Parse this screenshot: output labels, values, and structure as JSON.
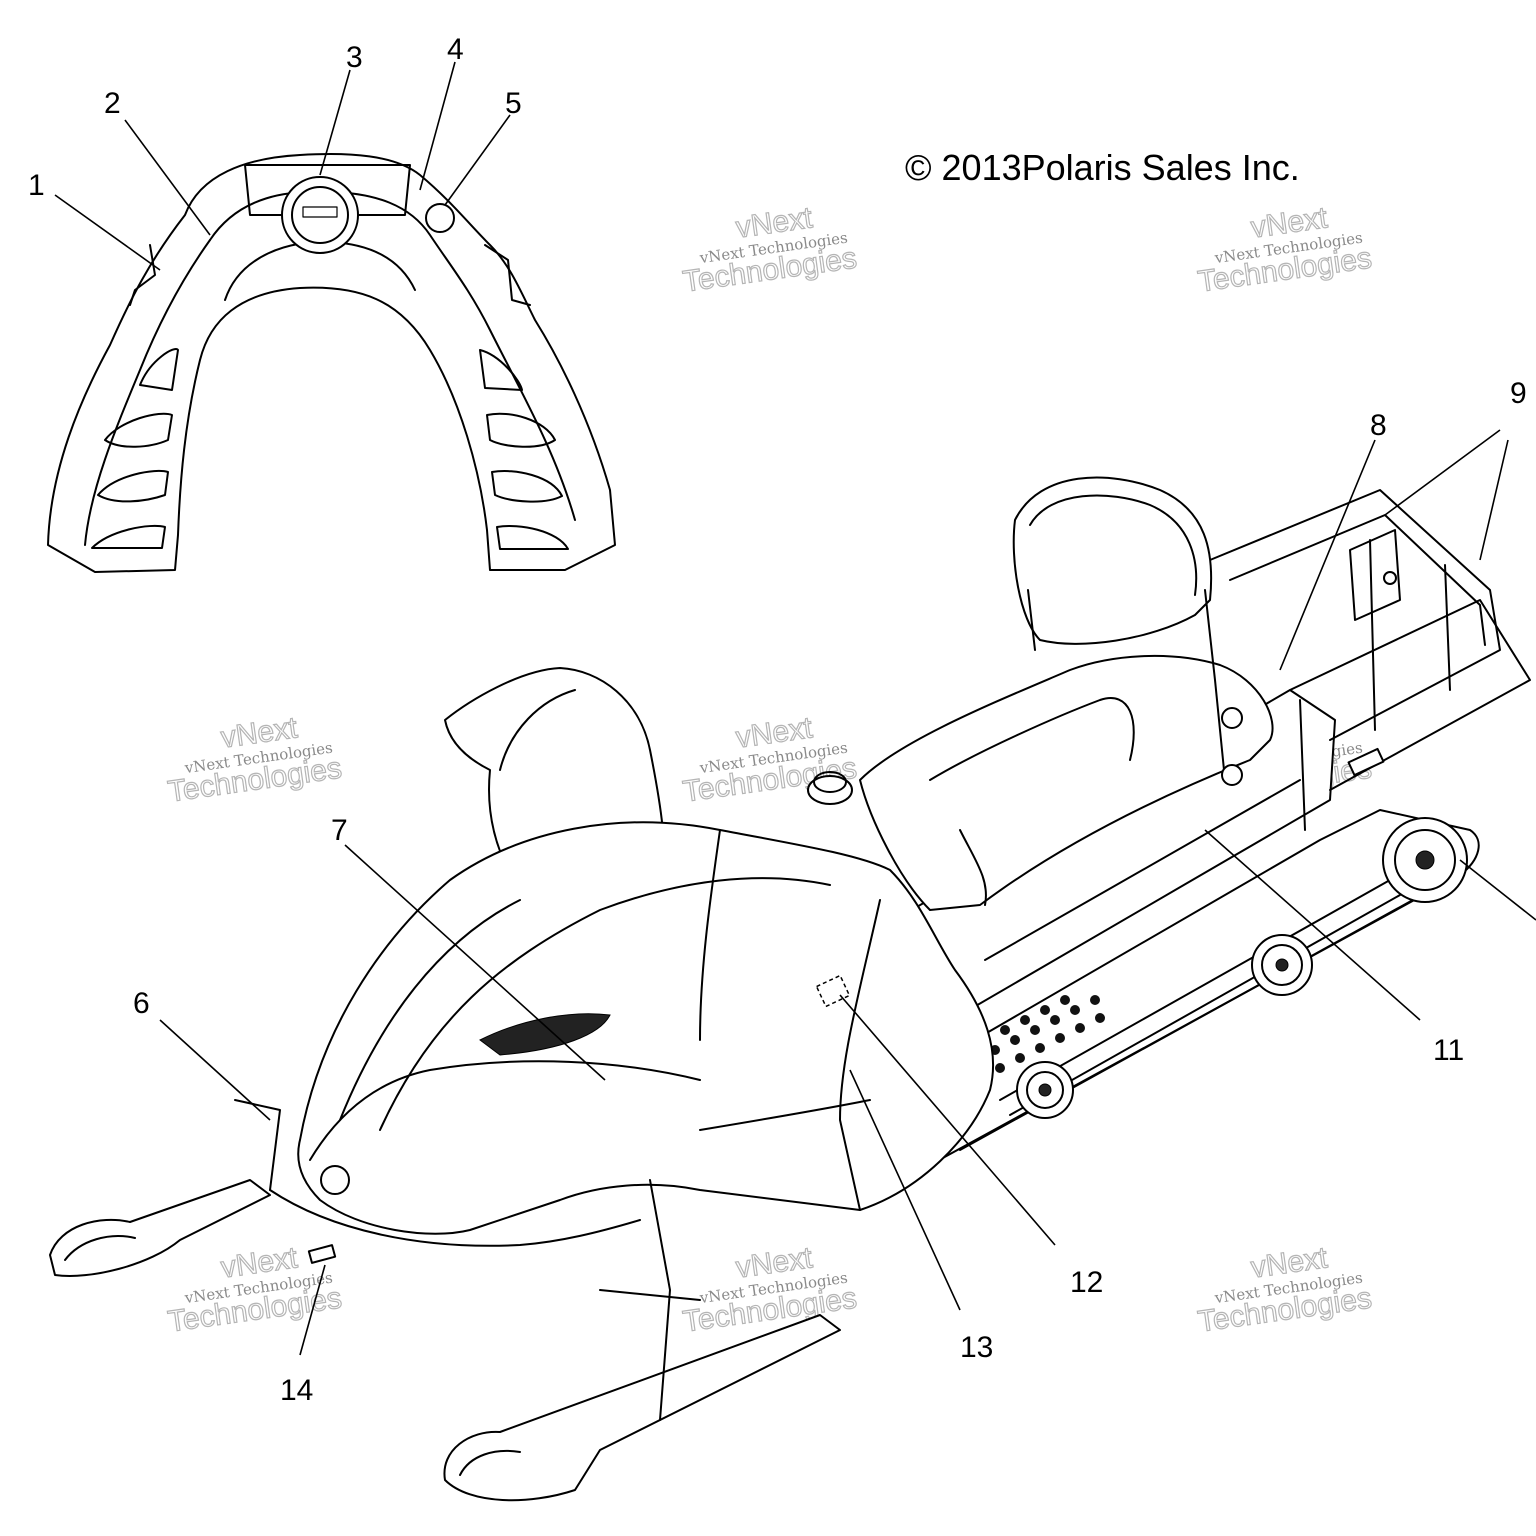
{
  "copyright": "© 2013Polaris Sales Inc.",
  "watermark": {
    "line1": "vNext",
    "line2": "vNext Technologies",
    "line3": "Technologies"
  },
  "callouts": [
    {
      "id": "1",
      "label": "1"
    },
    {
      "id": "2",
      "label": "2"
    },
    {
      "id": "3",
      "label": "3"
    },
    {
      "id": "4",
      "label": "4"
    },
    {
      "id": "5",
      "label": "5"
    },
    {
      "id": "6",
      "label": "6"
    },
    {
      "id": "7",
      "label": "7"
    },
    {
      "id": "8",
      "label": "8"
    },
    {
      "id": "9",
      "label": "9"
    },
    {
      "id": "11",
      "label": "11"
    },
    {
      "id": "12",
      "label": "12"
    },
    {
      "id": "13",
      "label": "13"
    },
    {
      "id": "14",
      "label": "14"
    }
  ]
}
